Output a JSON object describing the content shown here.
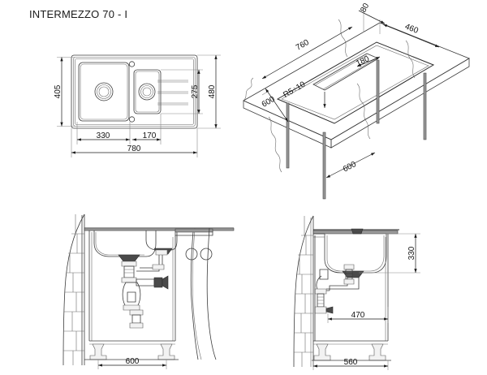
{
  "drawing": {
    "title": "INTERMEZZO 70 - I",
    "background_color": "#ffffff",
    "line_color": "#3c3c3c",
    "text_color": "#1a1a1a"
  },
  "views": {
    "plan": {
      "name": "plan-view",
      "dimensions": {
        "left_height": "405",
        "right_inner_height": "275",
        "overall_height": "480",
        "left_bowl_width": "330",
        "right_bowl_width": "170",
        "overall_width": "780"
      },
      "features": {
        "tap_hole_count": 2,
        "drainboard_groove_count": 3,
        "bowl_count": 2
      }
    },
    "isometric": {
      "name": "isometric-cutout-view",
      "dimensions": {
        "rim_edge": "80",
        "cutout_depth": "460",
        "cutout_length": "760",
        "bridge_width": "180",
        "corner_radius": "R5÷10",
        "cabinet_width_top": "600",
        "cabinet_width_bottom": "600"
      }
    },
    "front_elevation": {
      "name": "front-elevation-view",
      "dimensions": {
        "cabinet_width": "600"
      },
      "features": {
        "tap_hole_count": 2,
        "has_siphon": true,
        "has_wall_hatch": true
      }
    },
    "side_elevation": {
      "name": "side-elevation-view",
      "dimensions": {
        "bowl_to_floor": "330",
        "trap_offset": "470",
        "cabinet_depth": "560"
      },
      "features": {
        "has_siphon": true,
        "has_wall_hatch": true
      }
    }
  }
}
